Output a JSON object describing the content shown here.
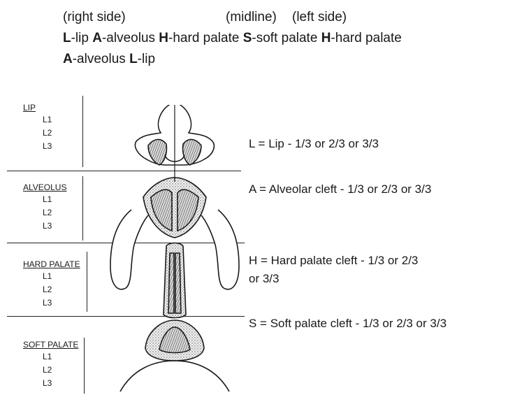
{
  "header": {
    "right_side": "(right side)",
    "midline": "(midline)",
    "left_side": "(left side)",
    "line1": [
      {
        "letter": "L",
        "text": "-lip "
      },
      {
        "letter": "A",
        "text": "-alveolus "
      },
      {
        "letter": "H",
        "text": "-hard palate "
      },
      {
        "letter": "S",
        "text": "-soft palate "
      },
      {
        "letter": "H",
        "text": "-hard palate"
      }
    ],
    "line2": [
      {
        "letter": "A",
        "text": "-alveolus "
      },
      {
        "letter": "L",
        "text": "-lip"
      }
    ]
  },
  "sections": [
    {
      "heading": "LIP",
      "levels": [
        "L1",
        "L2",
        "L3"
      ]
    },
    {
      "heading": "ALVEOLUS",
      "levels": [
        "L1",
        "L2",
        "L3"
      ]
    },
    {
      "heading": "HARD PALATE",
      "levels": [
        "L1",
        "L2",
        "L3"
      ]
    },
    {
      "heading": "SOFT PALATE",
      "levels": [
        "L1",
        "L2",
        "L3"
      ]
    }
  ],
  "legend": {
    "lip": "L = Lip - 1/3 or 2/3 or 3/3",
    "alveolar": "A = Alveolar cleft - 1/3 or 2/3 or 3/3",
    "hard_line1": "H = Hard palate cleft - 1/3 or 2/3",
    "hard_line2": "or 3/3",
    "soft": "S = Soft palate cleft - 1/3 or 2/3 or 3/3"
  }
}
